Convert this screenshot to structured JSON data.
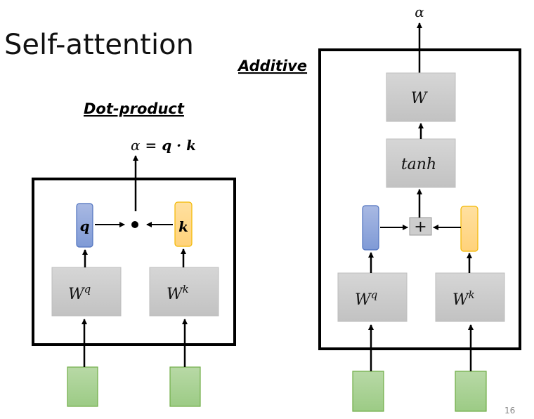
{
  "slide": {
    "title": "Self-attention",
    "page_number": "16"
  },
  "dot_product": {
    "heading": "Dot-product",
    "output_alpha": "α",
    "output_eq": " = ",
    "output_q": "q",
    "output_dot": " · ",
    "output_k": "k",
    "query_label": "q",
    "key_label": "k",
    "wq_base": "W",
    "wq_sup": "q",
    "wk_base": "W",
    "wk_sup": "k",
    "operator": "dot"
  },
  "additive": {
    "heading": "Additive",
    "output_alpha": "α",
    "w_label": "W",
    "tanh_label": "tanh",
    "plus_label": "+",
    "wq_base": "W",
    "wq_sup": "q",
    "wk_base": "W",
    "wk_sup": "k"
  },
  "colors": {
    "query_fill": "#8fa6db",
    "query_stroke": "#4f72be",
    "key_fill": "#ffd98a",
    "key_stroke": "#f2b800",
    "weight_fill": "#cfcfcf",
    "input_fill": "#a9d18e",
    "input_stroke": "#70ad47",
    "frame": "#000000"
  }
}
